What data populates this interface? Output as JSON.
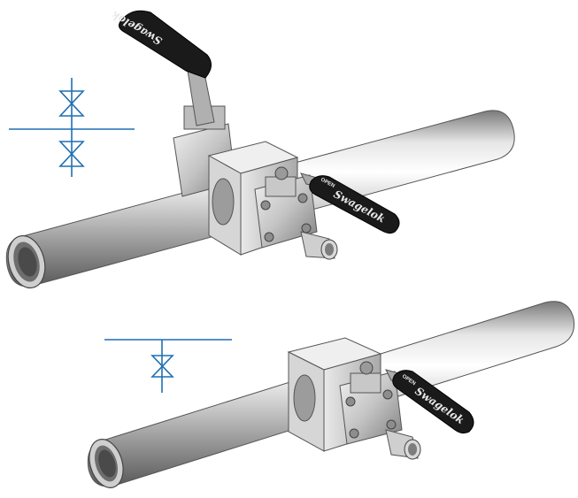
{
  "colors": {
    "symbol": "#1f6fb2",
    "pipe_light": "#f4f4f4",
    "pipe_mid": "#c9c9c9",
    "pipe_dark": "#6f6f6f",
    "handle": "#1a1a1a",
    "handle_text": "#e8e8e8",
    "metal": "#b8b8b8"
  },
  "illustrations": [
    {
      "name": "double-block-valve-assembly",
      "symbol": "double-valve-symbol-icon",
      "handles": [
        {
          "brand": "Swagelok",
          "label": ""
        },
        {
          "brand": "Swagelok",
          "label": "OPEN"
        }
      ]
    },
    {
      "name": "single-block-valve-assembly",
      "symbol": "single-valve-symbol-icon",
      "handles": [
        {
          "brand": "Swagelok",
          "label": "OPEN"
        }
      ]
    }
  ]
}
